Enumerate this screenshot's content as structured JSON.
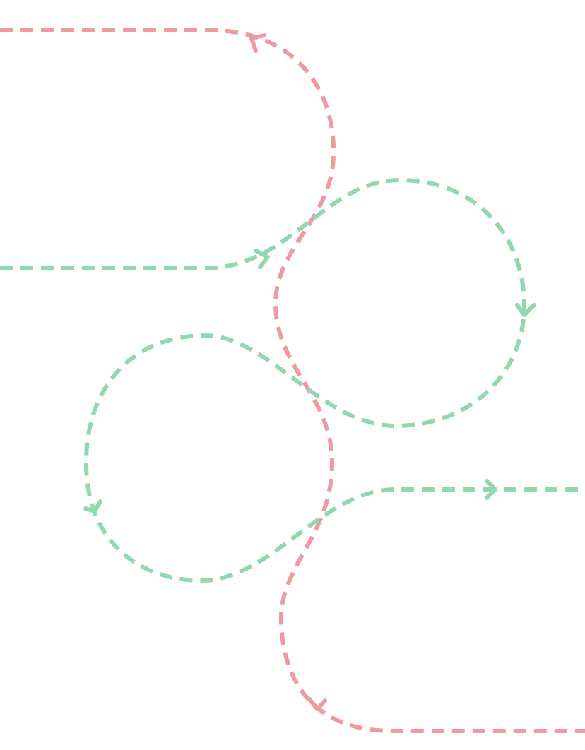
{
  "diagram": {
    "colors": {
      "pink": "#ef9aa3",
      "green": "#90d8ad",
      "background": "#ffffff"
    },
    "paths": [
      {
        "name": "pink-flow-path",
        "color": "pink",
        "arrows": [
          "left-arrow-top",
          "down-arrow-bottom"
        ]
      },
      {
        "name": "green-flow-path",
        "color": "green",
        "arrows": [
          "right-arrow-middle-left",
          "down-arrow-right-loop",
          "down-arrow-left-loop",
          "right-arrow-lower-right"
        ]
      }
    ]
  }
}
